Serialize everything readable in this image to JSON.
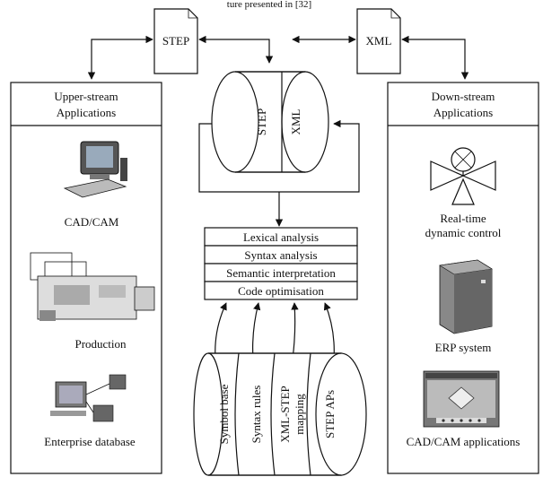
{
  "caption_fragment": "ture presented in [32]",
  "documents": {
    "step": "STEP",
    "xml": "XML"
  },
  "upstream": {
    "title_line1": "Upper-stream",
    "title_line2": "Applications",
    "items": [
      "CAD/CAM",
      "Production",
      "Enterprise database"
    ]
  },
  "downstream": {
    "title_line1": "Down-stream",
    "title_line2": "Applications",
    "items": [
      "Real-time",
      "dynamic control",
      "ERP system",
      "CAD/CAM applications"
    ]
  },
  "central_store": {
    "left": "STEP",
    "right": "XML"
  },
  "pipeline": [
    "Lexical analysis",
    "Syntax analysis",
    "Semantic interpretation",
    "Code optimisation"
  ],
  "knowledge_bases": {
    "symbol": "Symbol base",
    "syntax": "Syntax rules",
    "mapping_line1": "XML-STEP",
    "mapping_line2": "mapping",
    "apis": "STEP APs"
  },
  "icons": [
    "computer-icon",
    "machine-tool-icon",
    "network-terminals-icon",
    "valve-icon",
    "server-cabinet-icon",
    "cad-window-icon",
    "document-icon",
    "cylinder-icon"
  ]
}
